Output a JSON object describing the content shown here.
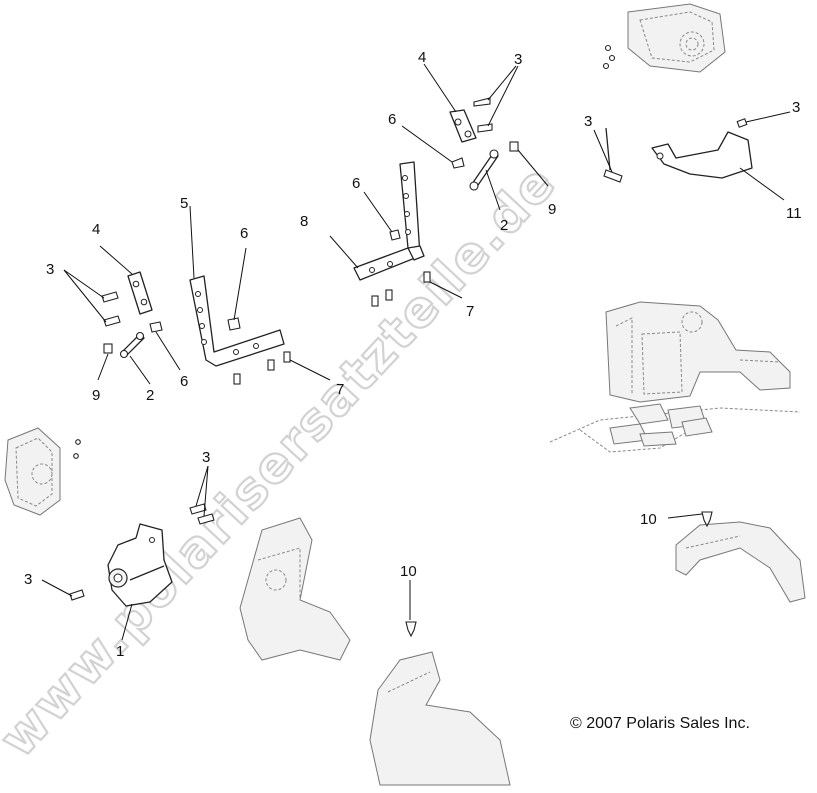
{
  "watermark": "www.polarisersatzteile.de",
  "copyright": "© 2007 Polaris Sales Inc.",
  "callouts": {
    "c1": "1",
    "c2a": "2",
    "c2b": "2",
    "c3a": "3",
    "c3b": "3",
    "c3c": "3",
    "c3d": "3",
    "c3e": "3",
    "c4a": "4",
    "c4b": "4",
    "c5": "5",
    "c6a": "6",
    "c6b": "6",
    "c6c": "6",
    "c6d": "6",
    "c7a": "7",
    "c7b": "7",
    "c8": "8",
    "c9a": "9",
    "c9b": "9",
    "c10a": "10",
    "c10b": "10",
    "c11": "11"
  }
}
